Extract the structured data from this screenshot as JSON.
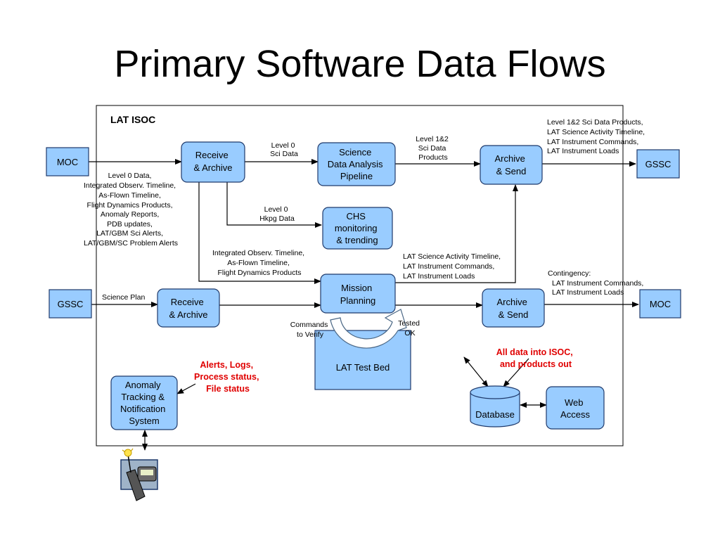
{
  "title": "Primary Software Data Flows",
  "container_label": "LAT ISOC",
  "nodes": {
    "moc_left": "MOC",
    "gssc_right": "GSSC",
    "gssc_left": "GSSC",
    "moc_right": "MOC",
    "receive_archive_top": [
      "Receive",
      "& Archive"
    ],
    "science_pipeline": [
      "Science",
      "Data Analysis",
      "Pipeline"
    ],
    "archive_send_top": [
      "Archive",
      "& Send"
    ],
    "chs": [
      "CHS",
      "monitoring",
      "& trending"
    ],
    "receive_archive_bottom": [
      "Receive",
      "& Archive"
    ],
    "mission_planning": [
      "Mission",
      "Planning"
    ],
    "archive_send_bottom": [
      "Archive",
      "& Send"
    ],
    "test_bed": "LAT Test Bed",
    "anomaly": [
      "Anomaly",
      "Tracking &",
      "Notification",
      "System"
    ],
    "database": "Database",
    "web_access": [
      "Web",
      "Access"
    ]
  },
  "labels": {
    "level0_sci": [
      "Level 0",
      "Sci Data"
    ],
    "level12_sci": [
      "Level 1&2",
      "Sci Data",
      "Products"
    ],
    "level0_hkpg": [
      "Level 0",
      "Hkpg Data"
    ],
    "moc_inputs": [
      "Level 0 Data,",
      "Integrated Observ. Timeline,",
      "As-Flown Timeline,",
      "Flight Dynamics Products,",
      "Anomaly Reports,",
      "PDB updates,",
      "LAT/GBM Sci Alerts,",
      "LAT/GBM/SC Problem Alerts"
    ],
    "mp_inputs": [
      "Integrated Observ. Timeline,",
      "As-Flown Timeline,",
      "Flight Dynamics Products"
    ],
    "mp_outputs": [
      "LAT Science Activity Timeline,",
      "LAT Instrument Commands,",
      "LAT Instrument Loads"
    ],
    "gssc_outputs": [
      "Level 1&2 Sci Data Products,",
      "LAT Science Activity Timeline,",
      "LAT Instrument Commands,",
      "LAT Instrument Loads"
    ],
    "contingency": [
      "Contingency:",
      "LAT Instrument Commands,",
      "LAT Instrument Loads"
    ],
    "science_plan": "Science Plan",
    "commands_verify": [
      "Commands",
      "to Verify"
    ],
    "tested_ok": [
      "Tested",
      "OK"
    ]
  },
  "notes": {
    "alerts": [
      "Alerts, Logs,",
      "Process status,",
      "File status"
    ],
    "all_data": [
      "All data into ISOC,",
      "and products out"
    ]
  },
  "colors": {
    "box_fill": "#99ccff",
    "box_stroke": "#1f3a6b",
    "note_red": "#e00000"
  },
  "icons": {
    "pager": "pager-phone-icon"
  }
}
